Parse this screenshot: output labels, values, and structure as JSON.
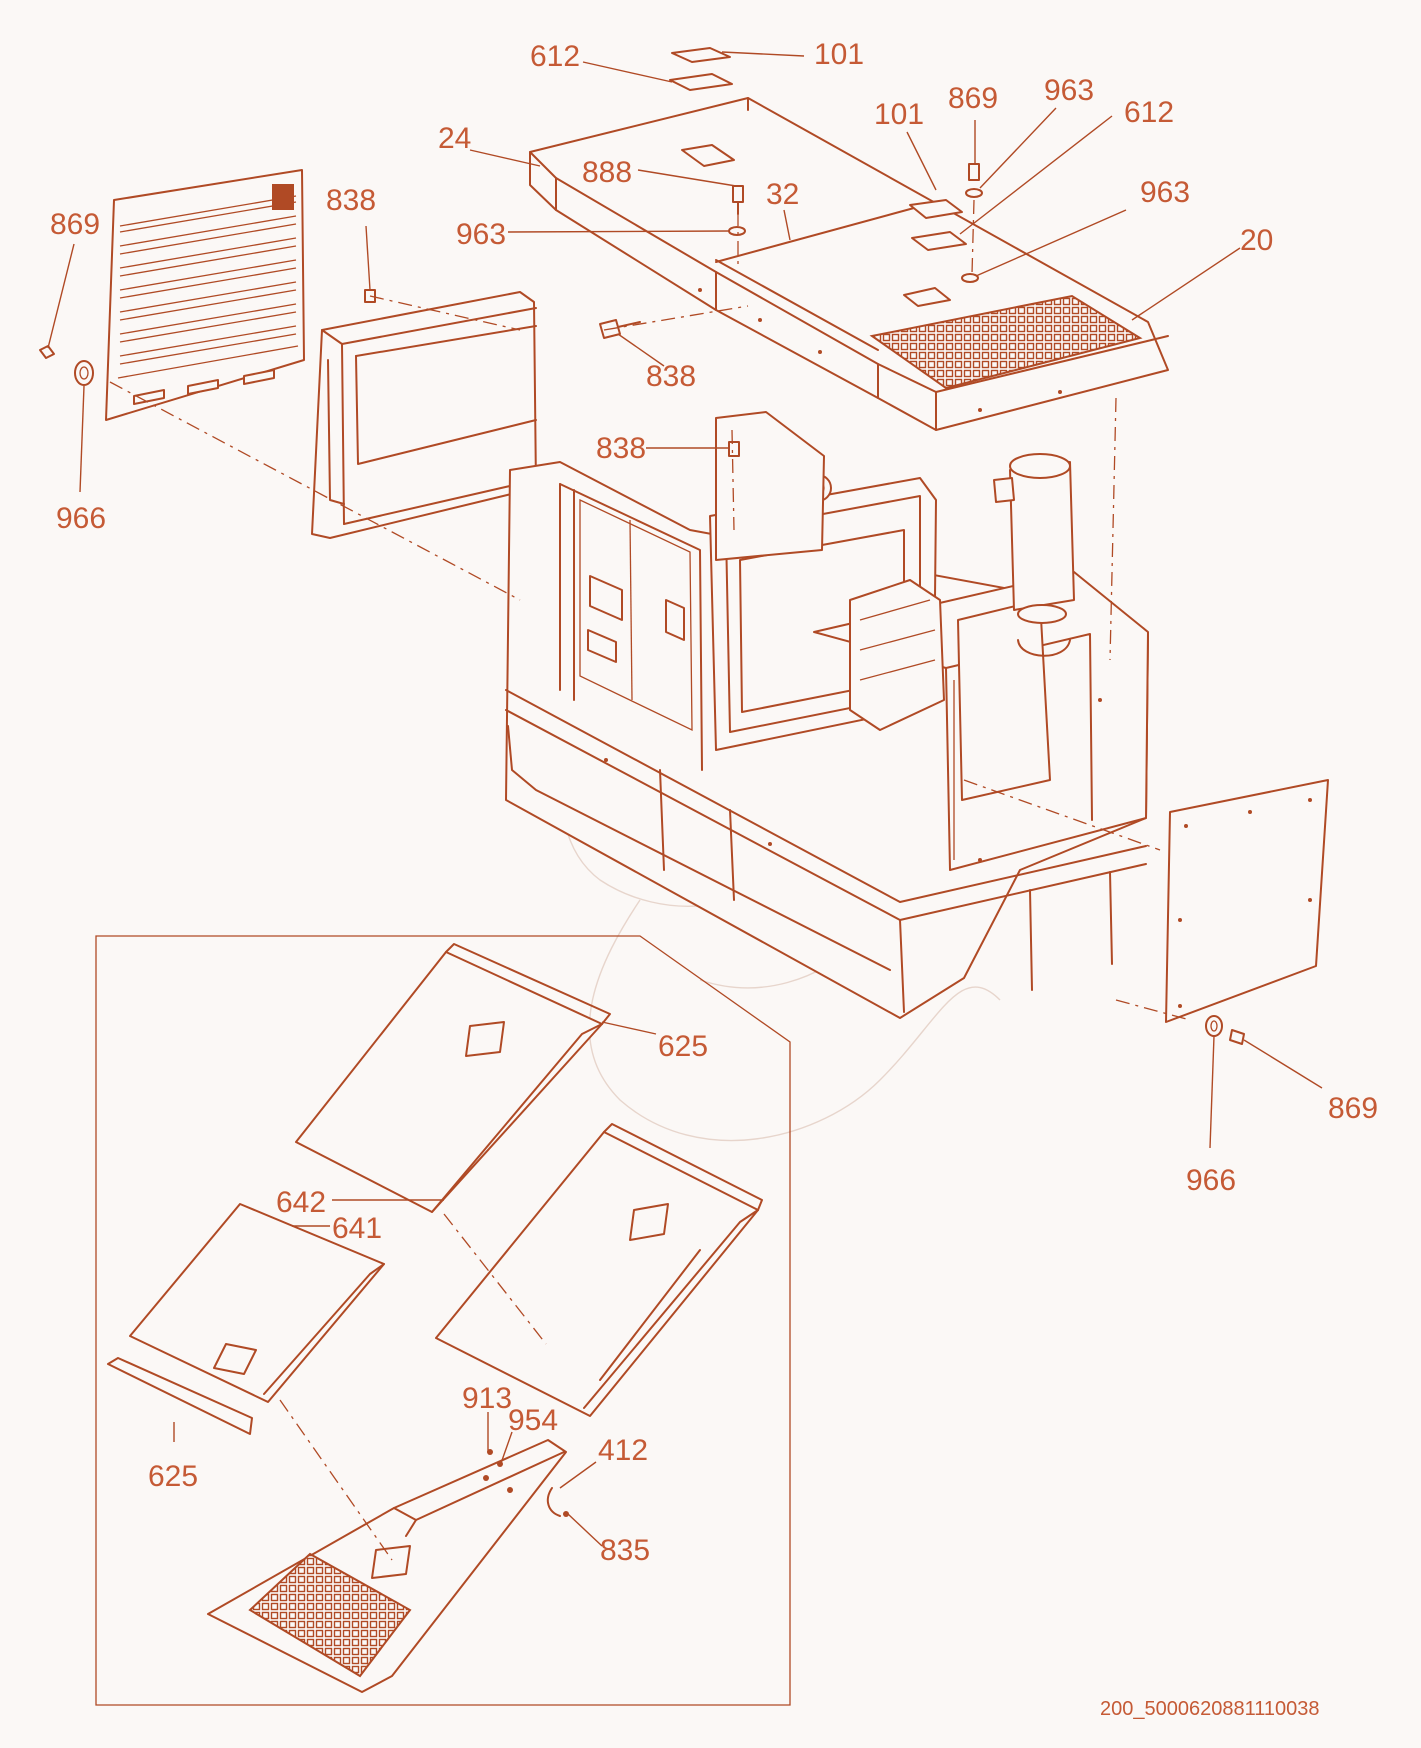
{
  "figure": {
    "reference_id": "200_5000620881110038",
    "callouts": [
      {
        "id": "c-612-top",
        "text": "612"
      },
      {
        "id": "c-101-top",
        "text": "101"
      },
      {
        "id": "c-101-roof",
        "text": "101"
      },
      {
        "id": "c-869-roof",
        "text": "869"
      },
      {
        "id": "c-963-roof-a",
        "text": "963"
      },
      {
        "id": "c-612-roof",
        "text": "612"
      },
      {
        "id": "c-24",
        "text": "24"
      },
      {
        "id": "c-888",
        "text": "888"
      },
      {
        "id": "c-32",
        "text": "32"
      },
      {
        "id": "c-963-roof-b",
        "text": "963"
      },
      {
        "id": "c-963-left",
        "text": "963"
      },
      {
        "id": "c-20",
        "text": "20"
      },
      {
        "id": "c-869-left",
        "text": "869"
      },
      {
        "id": "c-838-grille",
        "text": "838"
      },
      {
        "id": "c-838-roof",
        "text": "838"
      },
      {
        "id": "c-838-frame",
        "text": "838"
      },
      {
        "id": "c-966-left",
        "text": "966"
      },
      {
        "id": "c-625-upper",
        "text": "625"
      },
      {
        "id": "c-869-right",
        "text": "869"
      },
      {
        "id": "c-966-right",
        "text": "966"
      },
      {
        "id": "c-642",
        "text": "642"
      },
      {
        "id": "c-641",
        "text": "641"
      },
      {
        "id": "c-913",
        "text": "913"
      },
      {
        "id": "c-954",
        "text": "954"
      },
      {
        "id": "c-412",
        "text": "412"
      },
      {
        "id": "c-625-lower",
        "text": "625"
      },
      {
        "id": "c-835",
        "text": "835"
      }
    ]
  }
}
